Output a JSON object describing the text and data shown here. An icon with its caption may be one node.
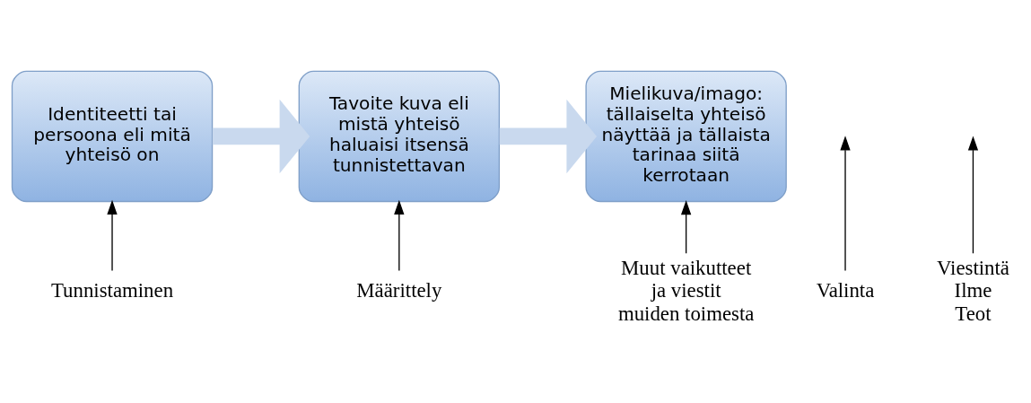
{
  "diagram": {
    "nodes": [
      {
        "text": [
          "Identiteetti tai persoona eli mitä yhteisö on"
        ]
      },
      {
        "text": [
          "Tavoite kuva eli mistä yhteisö haluaisi itsensä tunnistettavan"
        ]
      },
      {
        "text": [
          "Mielikuva/imago: tällaiselta yhteisö näyttää ja tällaista tarinaa siitä kerrotaan"
        ]
      },
      {
        "text": [
          "Tunnistaminen"
        ]
      },
      {
        "text": [
          "Valinta"
        ]
      },
      {
        "text": [
          "Määrittely"
        ]
      },
      {
        "text": [
          "Viestintä",
          "Ilme",
          "Teot"
        ]
      },
      {
        "text": [
          "Muut vaikutteet ja viestit muiden toimesta"
        ]
      }
    ],
    "edges": [
      {
        "from": 0,
        "to": 1,
        "arrow": "to",
        "style": "thick",
        "color": "#c9d9ee"
      },
      {
        "from": 1,
        "to": 2,
        "arrow": "to",
        "style": "thick",
        "color": "#c9d9ee"
      },
      {
        "from": 3,
        "to": 0,
        "arrow": "to"
      },
      {
        "from": 4,
        "to": null,
        "arrow": "to"
      },
      {
        "from": 5,
        "to": 1,
        "arrow": "to"
      },
      {
        "from": 6,
        "to": null,
        "arrow": "to"
      },
      {
        "from": 7,
        "to": 2,
        "arrow": "to"
      }
    ]
  }
}
